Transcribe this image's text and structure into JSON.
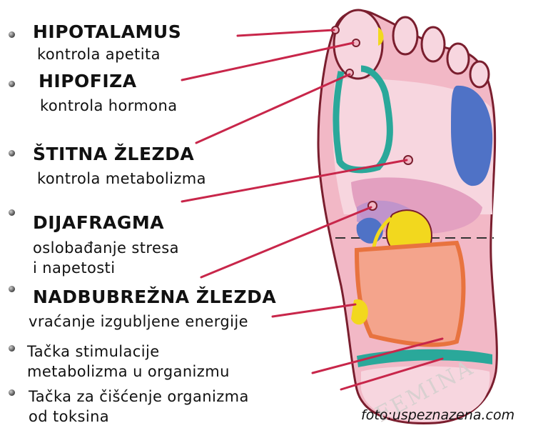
{
  "labels": [
    {
      "id": "hipotalamus",
      "title": "HIPOTALAMUS",
      "desc": [
        "kontrola apetita"
      ]
    },
    {
      "id": "hipofiza",
      "title": "HIPOFIZA",
      "desc": [
        "kontrola hormona"
      ]
    },
    {
      "id": "stitna",
      "title": "ŠTITNA ŽLEZDA",
      "desc": [
        "kontrola metabolizma"
      ]
    },
    {
      "id": "dijafragma",
      "title": "DIJAFRAGMA",
      "desc": [
        "oslobađanje stresa",
        "i napetosti"
      ]
    },
    {
      "id": "nadbubrezna",
      "title": "NADBUBREŽNA ŽLEZDA",
      "desc": [
        "vraćanje izgubljene energije"
      ]
    },
    {
      "id": "stimulacija",
      "title": "",
      "desc": [
        "Tačka stimulacije",
        "metabolizma u organizmu"
      ]
    },
    {
      "id": "ciscenje",
      "title": "",
      "desc": [
        "Tačka za čišćenje organizma",
        "od toksina"
      ]
    }
  ],
  "credit": "foto:uspeznazena.com",
  "watermark": "FEMINA",
  "colors": {
    "leader_line": "#c8264a",
    "foot_outline": "#7a1e2e",
    "skin_pink": "#f2b8c6",
    "light_pink": "#f7d6df",
    "blue": "#4f72c6",
    "teal": "#2aa89a",
    "yellow": "#f2d81e",
    "salmon": "#f4a48c",
    "orange_border": "#e8733f"
  }
}
